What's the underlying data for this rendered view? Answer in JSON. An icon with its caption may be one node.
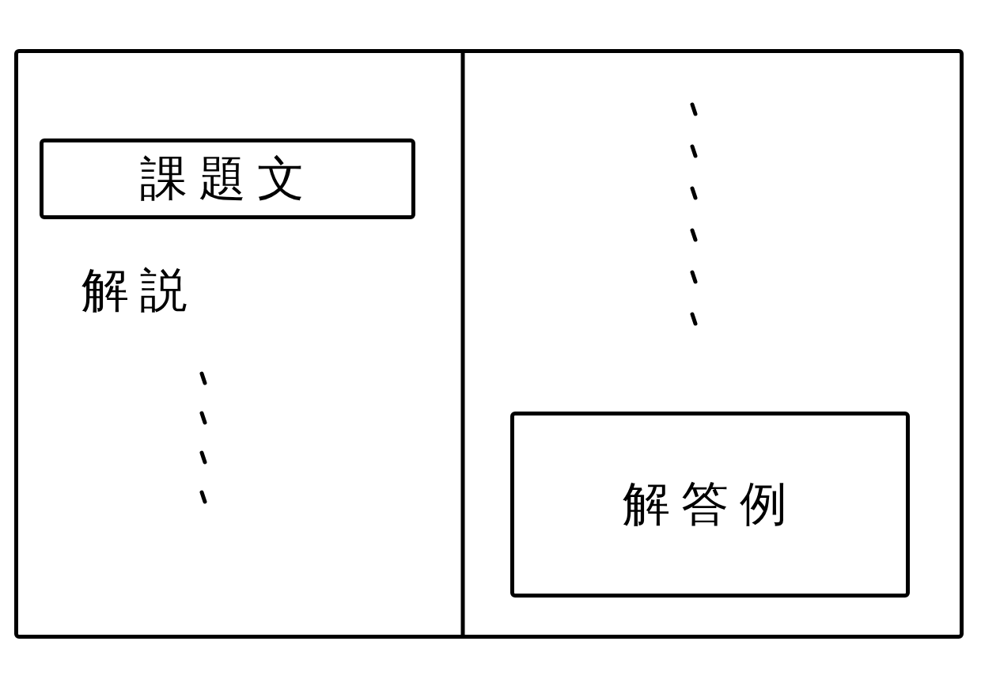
{
  "diagram": {
    "nodes": [
      {
        "text": [],
        "shape": "box"
      },
      {
        "text": [
          "課題文"
        ],
        "in": 0
      },
      {
        "text": [
          "解答例"
        ],
        "in": 0
      }
    ],
    "edges": [],
    "labels": [
      "解説"
    ]
  }
}
